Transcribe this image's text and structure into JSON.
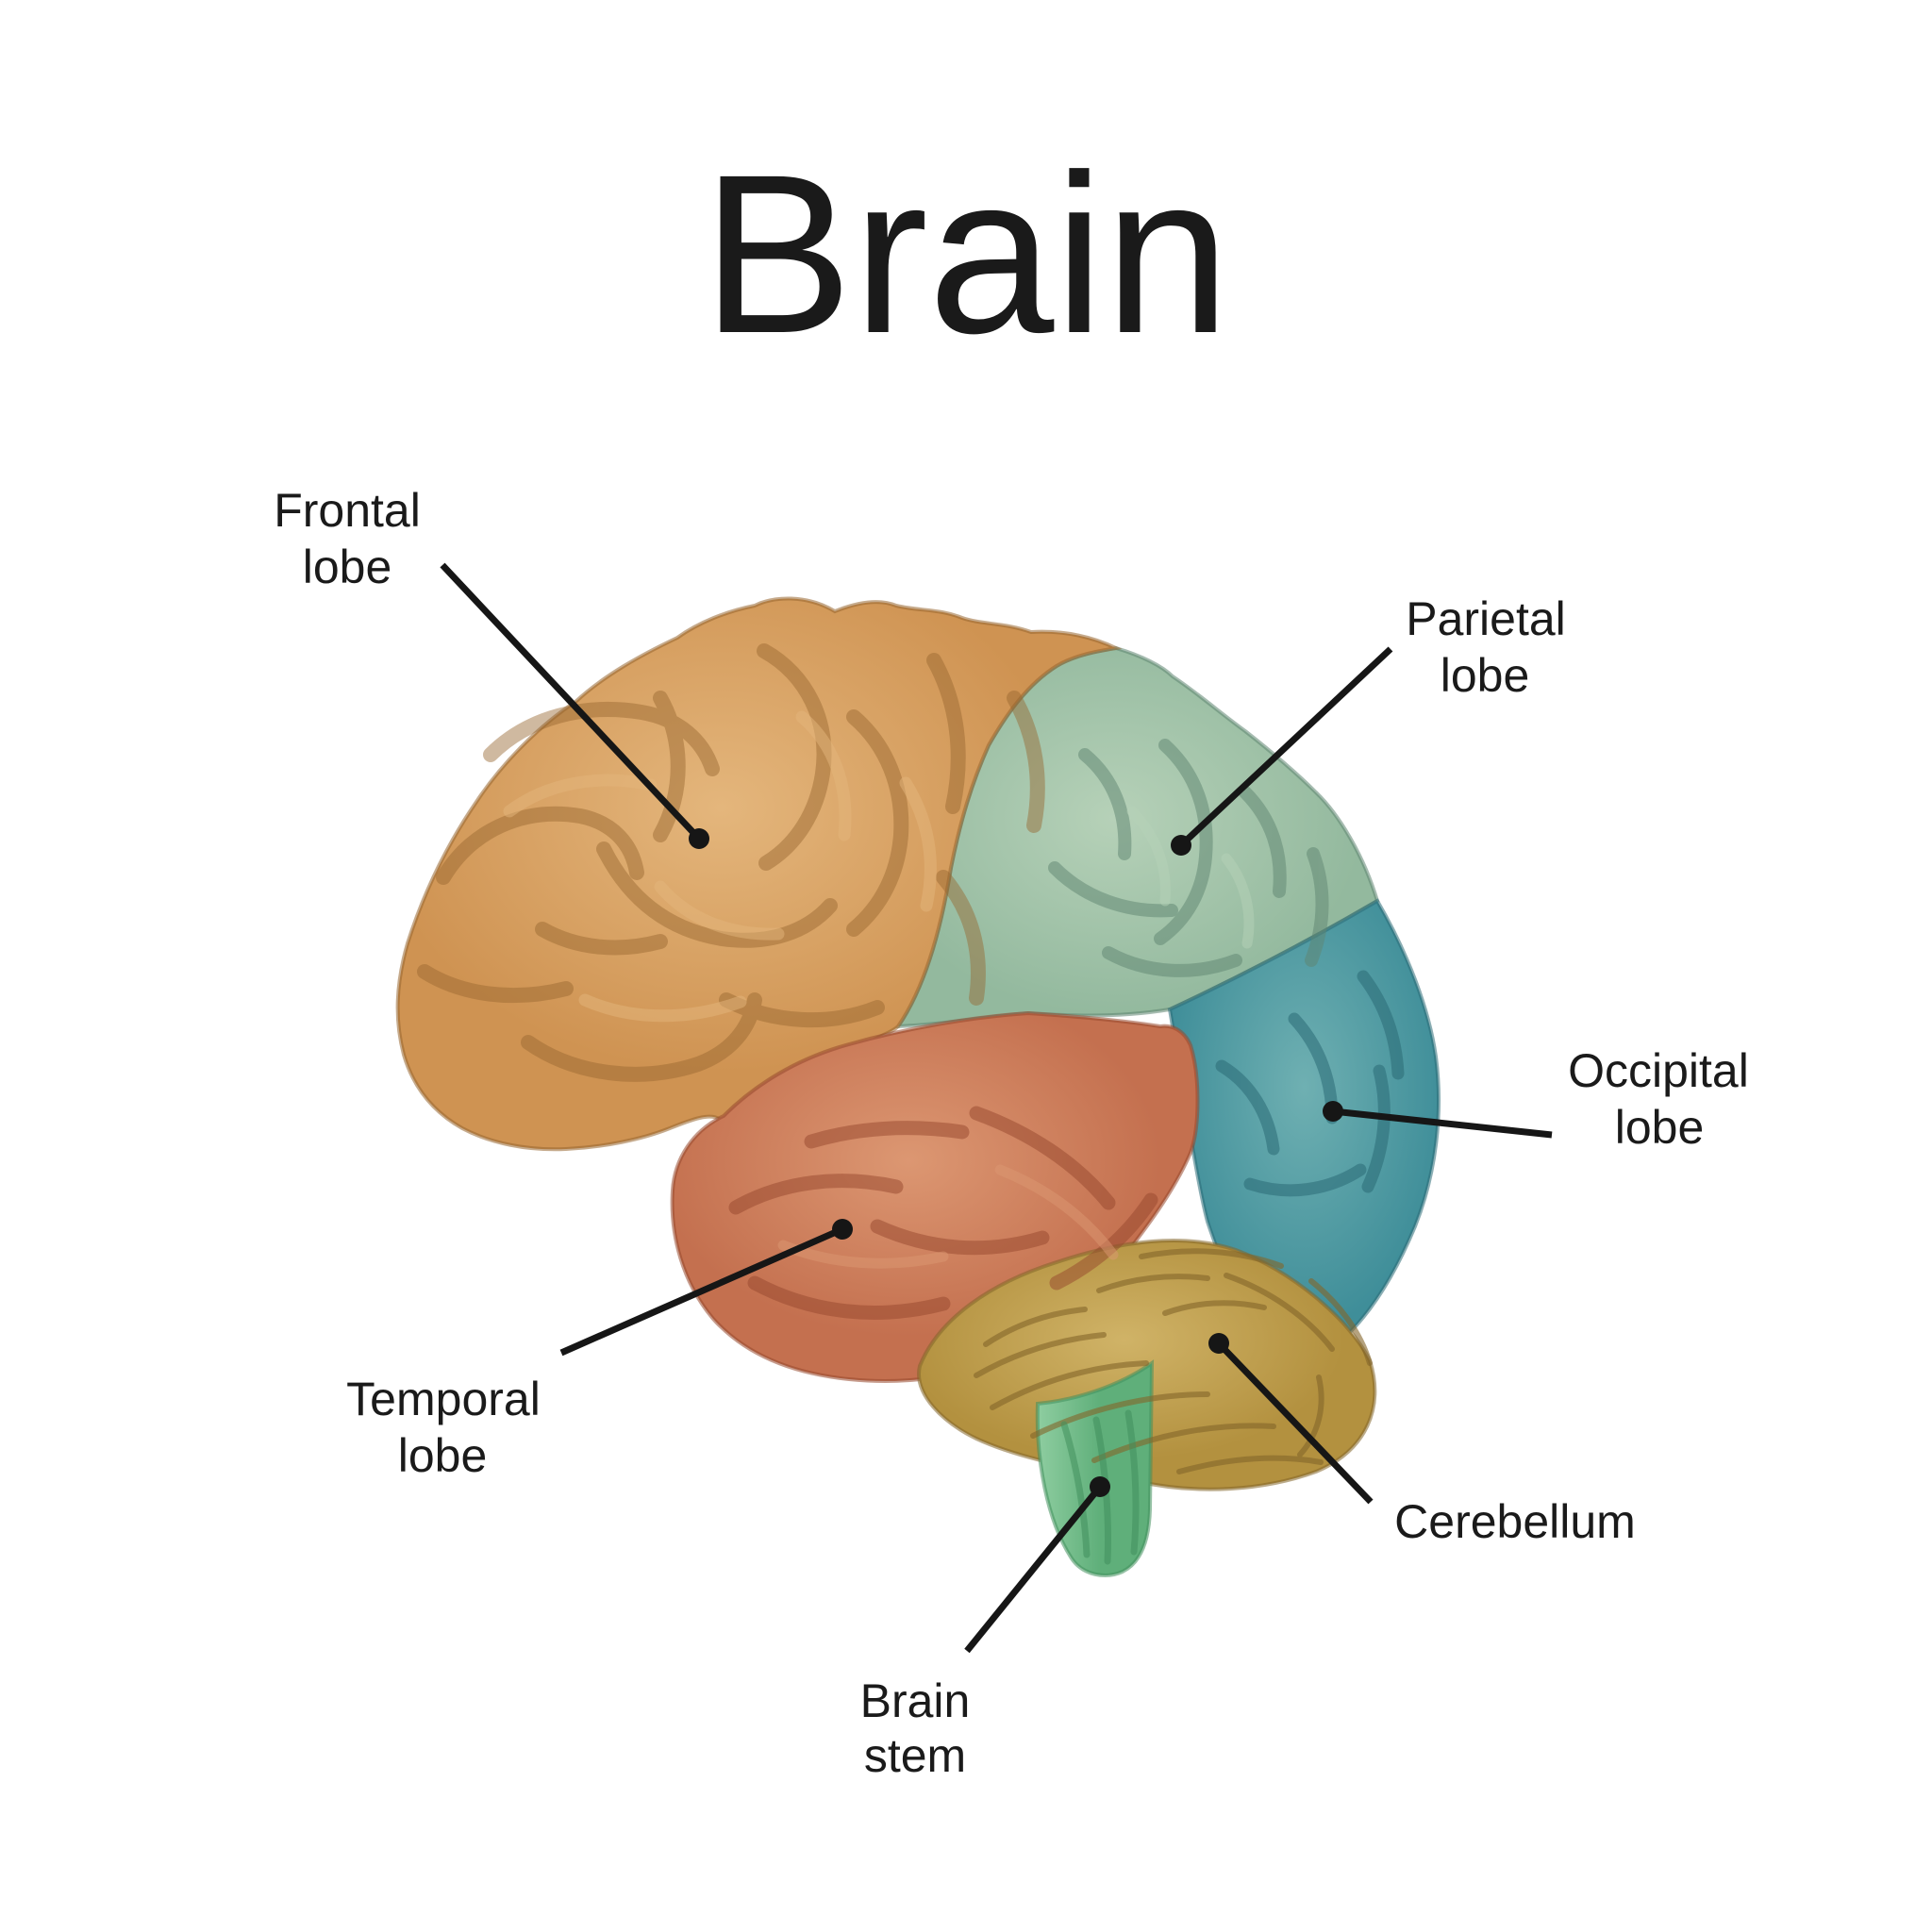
{
  "title": "Brain",
  "colors": {
    "background": "#ffffff",
    "text": "#1a1a1a",
    "leader": "#161616"
  },
  "regions": {
    "frontal": {
      "name": "Frontal lobe",
      "color": "#cf9352",
      "color_light": "#e4b67c",
      "color_dark": "#97662f",
      "label_line1": "Frontal",
      "label_line2": "lobe"
    },
    "parietal": {
      "name": "Parietal lobe",
      "color": "#93b99e",
      "color_light": "#b6d1b8",
      "color_dark": "#5f8571",
      "label_line1": "Parietal",
      "label_line2": "lobe"
    },
    "occipital": {
      "name": "Occipital lobe",
      "color": "#3f8e99",
      "color_light": "#6fb0b2",
      "color_dark": "#2b6b76",
      "label_line1": "Occipital",
      "label_line2": "lobe"
    },
    "temporal": {
      "name": "Temporal lobe",
      "color": "#c4704f",
      "color_light": "#dc9772",
      "color_dark": "#97482e",
      "label_line1": "Temporal",
      "label_line2": "lobe"
    },
    "cerebellum": {
      "name": "Cerebellum",
      "color": "#b3913f",
      "color_light": "#d0b367",
      "color_dark": "#84662a",
      "label_line1": "Cerebellum"
    },
    "brainstem": {
      "name": "Brain stem",
      "color": "#5faf7a",
      "color_light": "#8ecda0",
      "color_dark": "#418f5d",
      "label_line1": "Brain",
      "label_line2": "stem"
    }
  }
}
